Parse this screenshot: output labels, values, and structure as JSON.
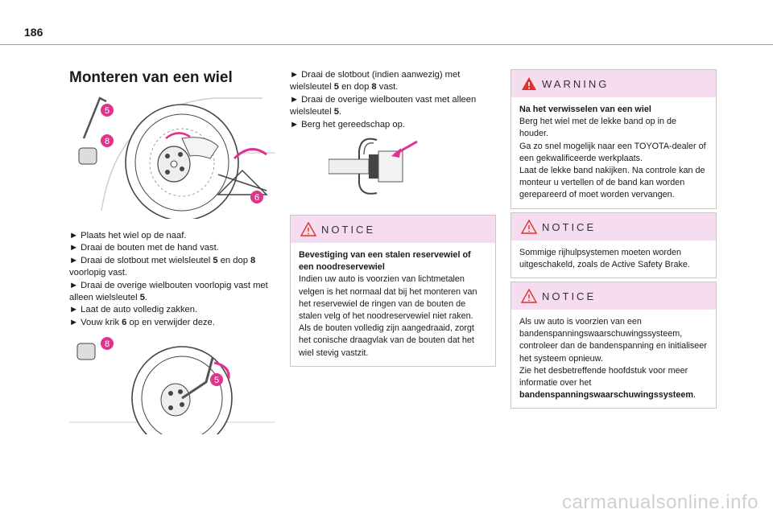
{
  "page_number": "186",
  "title": "Monteren van een wiel",
  "col1_steps": [
    "► Plaats het wiel op de naaf.",
    "► Draai de bouten met de hand vast."
  ],
  "col1_step3": {
    "pre": "► Draai de slotbout met wielsleutel ",
    "k1": "5",
    "mid": " en dop ",
    "k2": "8",
    "post": " voorlopig vast."
  },
  "col1_step4": {
    "pre": "► Draai de overige wielbouten voorlopig vast met alleen wielsleutel ",
    "k": "5",
    "post": "."
  },
  "col1_step5": "► Laat de auto volledig zakken.",
  "col1_step6": {
    "pre": "► Vouw krik ",
    "k": "6",
    "post": " op en verwijder deze."
  },
  "fig1_labels": [
    "5",
    "8",
    "6"
  ],
  "fig2_labels": [
    "8",
    "5"
  ],
  "col2_step1": {
    "pre": "► Draai de slotbout (indien aanwezig) met wielsleutel ",
    "k1": "5",
    "mid": " en dop ",
    "k2": "8",
    "post": " vast."
  },
  "col2_step2": {
    "pre": "► Draai de overige wielbouten vast met alleen wielsleutel ",
    "k": "5",
    "post": "."
  },
  "col2_step3": "► Berg het gereedschap op.",
  "notice1": {
    "header": "NOTICE",
    "bold": "Bevestiging van een stalen reservewiel of een noodreservewiel",
    "text": "Indien uw auto is voorzien van lichtmetalen velgen is het normaal dat bij het monteren van het reservewiel de ringen van de bouten de stalen velg of het noodreservewiel niet raken. Als de bouten volledig zijn aangedraaid, zorgt het conische draagvlak van de bouten dat het wiel stevig vastzit."
  },
  "warning": {
    "header": "WARNING",
    "bold": "Na het verwisselen van een wiel",
    "lines": [
      "Berg het wiel met de lekke band op in de houder.",
      "Ga zo snel mogelijk naar een TOYOTA-dealer of een gekwalificeerde werkplaats.",
      "Laat de lekke band nakijken. Na controle kan de monteur u vertellen of de band kan worden gerepareerd of moet worden vervangen."
    ]
  },
  "notice2": {
    "header": "NOTICE",
    "text": "Sommige rijhulpsystemen moeten worden uitgeschakeld, zoals de Active Safety Brake."
  },
  "notice3": {
    "header": "NOTICE",
    "lines": [
      "Als uw auto is voorzien van een bandenspanningswaarschuwingssysteem, controleer dan de bandenspanning en initialiseer het systeem opnieuw.",
      "Zie het desbetreffende hoofdstuk voor meer informatie over het"
    ],
    "bold_tail": "bandenspanningswaarschuwingssysteem",
    "tail": "."
  },
  "watermark": "carmanualsonline.info",
  "colors": {
    "box_header": "#f6dcef",
    "label_pink": "#e0338f",
    "warn_red": "#e0302a"
  }
}
